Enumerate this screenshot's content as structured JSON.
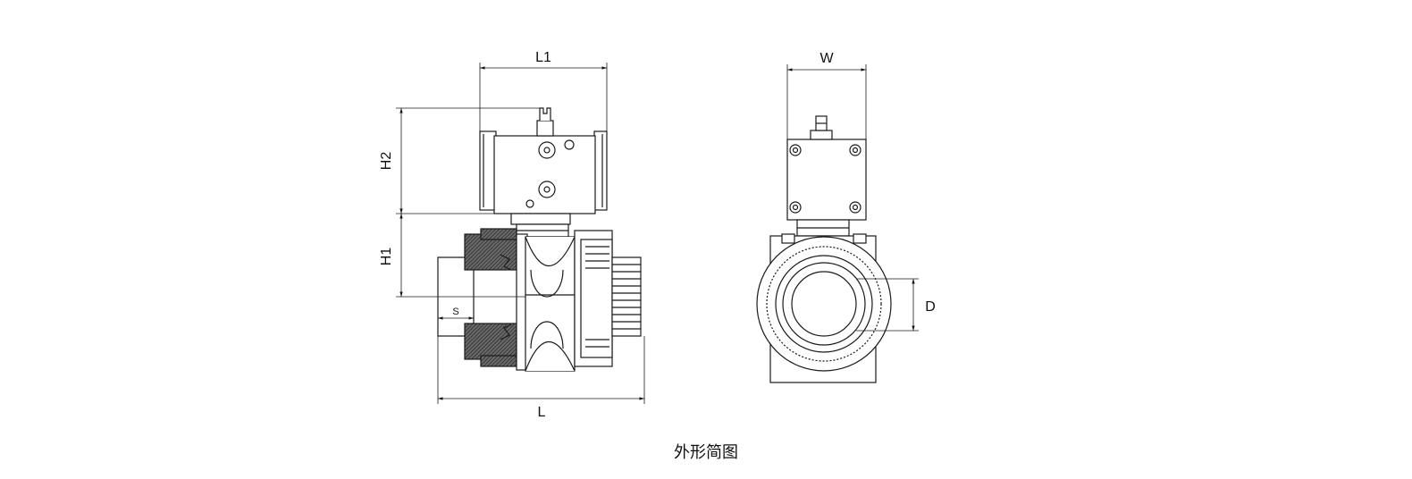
{
  "front_view": {
    "dim_top": "L1",
    "dim_upper": "H2",
    "dim_lower": "H1",
    "dim_socket": "S",
    "dim_bottom": "L"
  },
  "side_view": {
    "dim_top": "W",
    "dim_right": "D"
  },
  "caption": "外形简图",
  "colors": {
    "line": "#1a1a1a",
    "fill": "#ffffff",
    "hatch": "#555555"
  }
}
